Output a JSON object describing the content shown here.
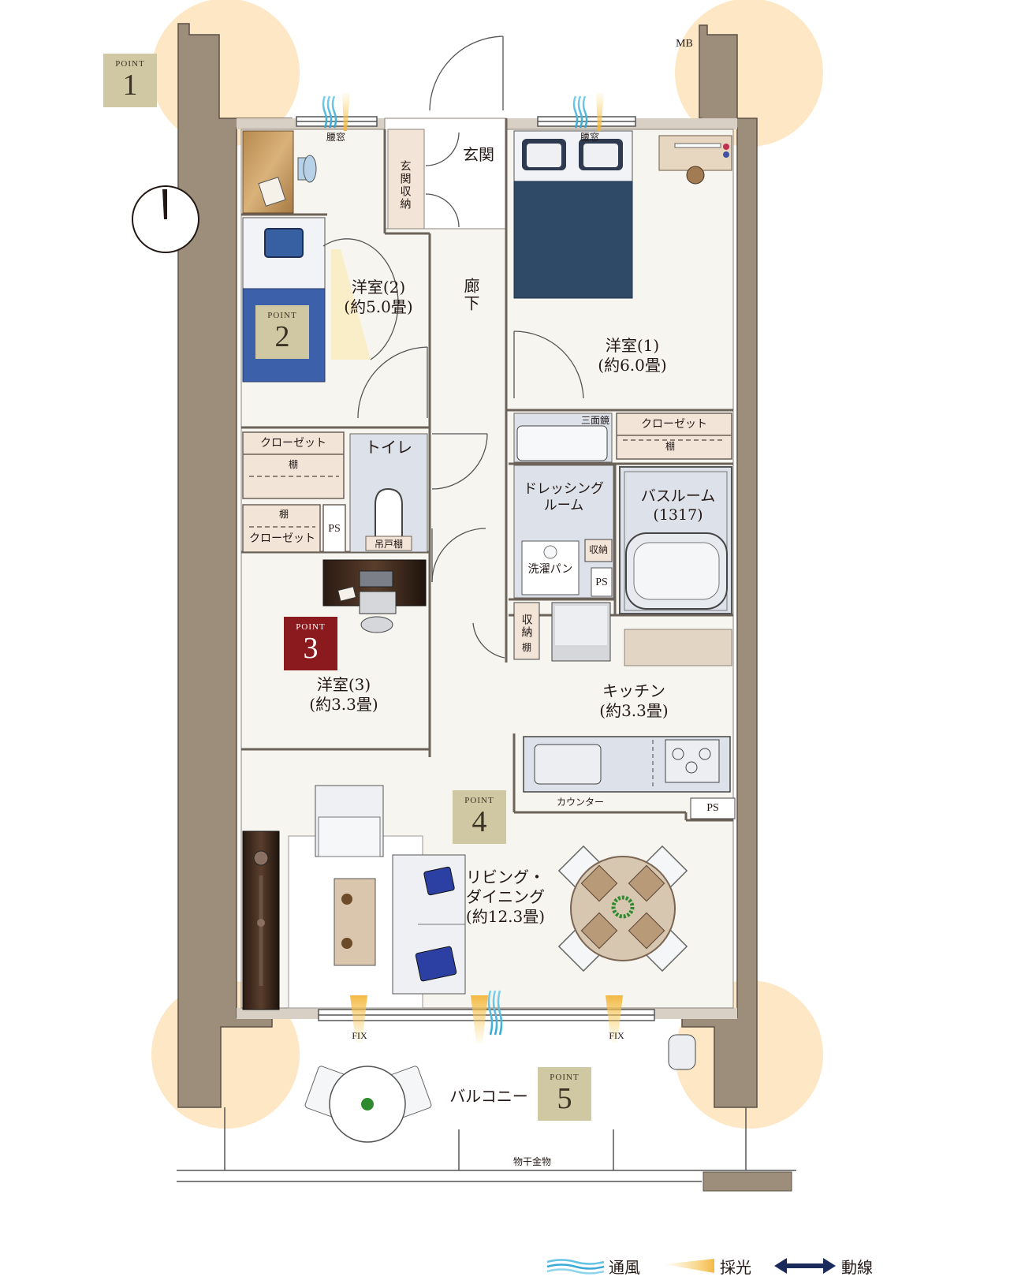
{
  "rooms": {
    "western2": {
      "name": "洋室(2)",
      "size": "(約5.0畳)"
    },
    "western1": {
      "name": "洋室(1)",
      "size": "(約6.0畳)"
    },
    "western3": {
      "name": "洋室(3)",
      "size": "(約3.3畳)"
    },
    "kitchen": {
      "name": "キッチン",
      "size": "(約3.3畳)"
    },
    "living": {
      "line1": "リビング・",
      "line2": "ダイニング",
      "size": "(約12.3畳)"
    },
    "entrance": "玄関",
    "entrance_storage": "玄関収納",
    "hallway": "廊下",
    "toilet": "トイレ",
    "dressing": {
      "line1": "ドレッシング",
      "line2": "ルーム"
    },
    "bath": {
      "line1": "バスルーム",
      "line2": "(1317)"
    },
    "balcony": "バルコニー"
  },
  "labels": {
    "mb": "MB",
    "waist_window": "腰窓",
    "closet": "クローゼット",
    "shelf": "棚",
    "ps": "PS",
    "hanging_shelf": "吊戸棚",
    "vanity_mirror": "三面鏡",
    "storage": "収納",
    "washer_pan": "洗濯パン",
    "counter": "カウンター",
    "fix": "FIX",
    "laundry_hanger": "物干金物"
  },
  "points": [
    "1",
    "2",
    "3",
    "4",
    "5"
  ],
  "point_word": "POINT",
  "legend": {
    "ventilation": "通風",
    "lighting": "採光",
    "flow": "動線"
  },
  "colors": {
    "wall": "#9c8e7a",
    "pillar_glow": "#fde7c4",
    "floor": "#f7f5ef",
    "wet_area": "#dde2ea",
    "storage": "#f2e5d8",
    "bed": "#2f4a66",
    "badge_gold": "#cfc8a2",
    "badge_red": "#8b1a1e",
    "arrow_navy": "#1a2a5a"
  }
}
